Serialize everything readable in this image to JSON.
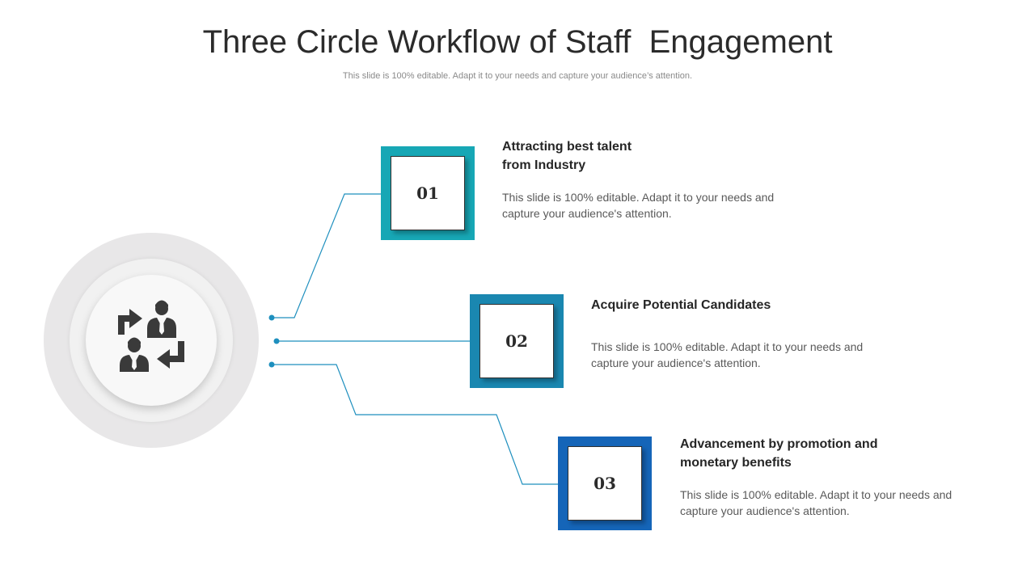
{
  "slide": {
    "title": "Three Circle Workflow of Staff  Engagement",
    "subtitle": "This slide is 100% editable. Adapt it to your needs and capture your audience’s attention."
  },
  "hub": {
    "icon": "people-exchange-icon"
  },
  "colors": {
    "step1": "#17a7b5",
    "step2": "#1a87b0",
    "step3": "#1565b8",
    "connector": "#1e8fbe",
    "hub_outer": "#e8e7e8"
  },
  "steps": [
    {
      "number": "01",
      "heading": "Attracting best talent\nfrom  Industry",
      "description": "This slide is 100% editable. Adapt it to your needs and capture your audience's attention."
    },
    {
      "number": "02",
      "heading": "Acquire Potential Candidates",
      "description": "This slide is 100% editable. Adapt it to your needs and capture your audience's attention."
    },
    {
      "number": "03",
      "heading": "Advancement by promotion and\nmonetary benefits",
      "description": "This slide is 100% editable. Adapt it to your needs and capture your audience's attention."
    }
  ]
}
